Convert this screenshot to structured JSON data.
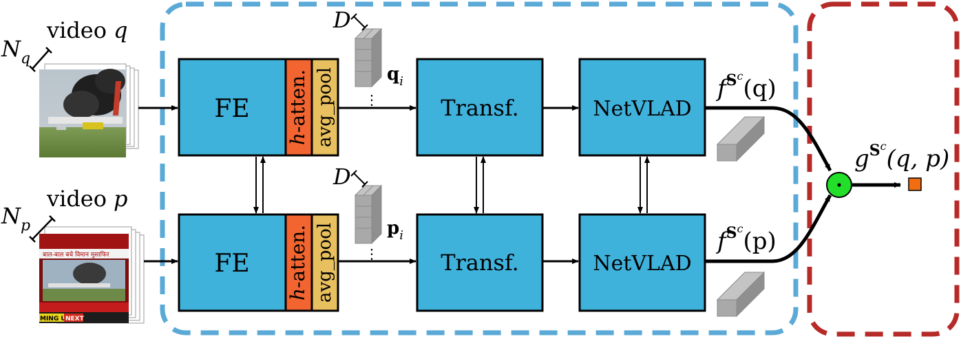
{
  "colors": {
    "block": "#3fb2dc",
    "hatten": "#f26530",
    "avgpool": "#e8c060",
    "blue_dash": "#5aa9d6",
    "red_dash": "#b62a28",
    "dot_fill": "#22e02a",
    "out_square": "#f26c12",
    "cube": "#a9a9a9"
  },
  "top_branch": {
    "video_label": "video",
    "video_var": "q",
    "frames_label": "N",
    "frames_sub": "q",
    "dim_label": "D",
    "feat_label": "q",
    "feat_sub": "i",
    "dots": "⋮",
    "fe": "FE",
    "hatten_ital": "h",
    "hatten_rest": "-atten.",
    "avgpool": "avg_pool",
    "transf": "Transf.",
    "netvlad": "NetVLAD",
    "out_f": "f",
    "out_sup": "S",
    "out_sup_c": "c",
    "out_arg": "(q)"
  },
  "bottom_branch": {
    "video_label": "video",
    "video_var": "p",
    "frames_label": "N",
    "frames_sub": "p",
    "dim_label": "D",
    "feat_label": "p",
    "feat_sub": "i",
    "dots": "⋮",
    "fe": "FE",
    "hatten_ital": "h",
    "hatten_rest": "-atten.",
    "avgpool": "avg_pool",
    "transf": "Transf.",
    "netvlad": "NetVLAD",
    "out_f": "f",
    "out_sup": "S",
    "out_sup_c": "c",
    "out_arg": "(p)",
    "thumb_header": "बाल-बाल बचे विमान मुसाफिर",
    "thumb_ticker_left": "MING UP",
    "thumb_ticker_next": "NEXT"
  },
  "similarity": {
    "dot_symbol": "·",
    "g": "g",
    "g_sup": "S",
    "g_sup_c": "c",
    "g_arg": "(q, p)"
  }
}
